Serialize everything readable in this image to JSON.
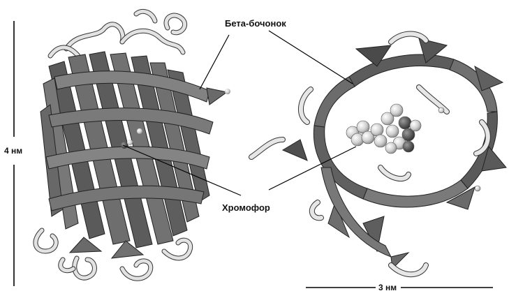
{
  "labels": {
    "beta_barrel": "Бета-бочонок",
    "chromophore": "Хромофор",
    "height_scale": "4 нм",
    "width_scale": "3 нм"
  },
  "colors": {
    "strand_dark": "#555555",
    "strand_mid": "#7a7a7a",
    "loop": "#e6e6e6",
    "atom": "#cfcfcf",
    "line": "#000000"
  }
}
